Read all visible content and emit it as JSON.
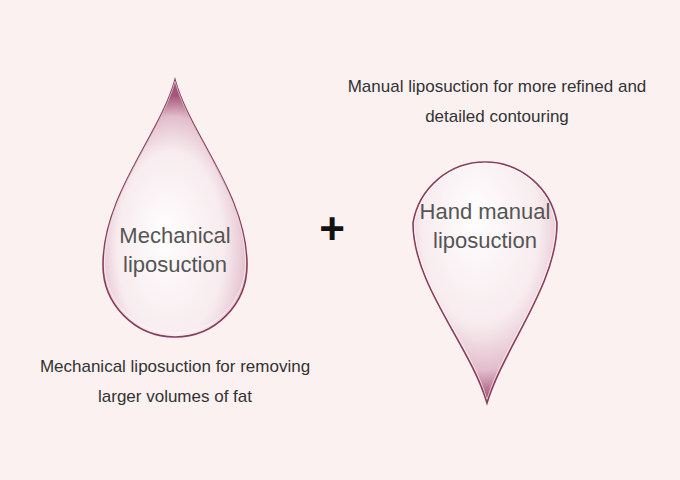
{
  "diagram": {
    "nodes": [
      {
        "text": [
          "Mechanical liposuction"
        ]
      },
      {
        "text": [
          "Hand manual liposuction"
        ]
      }
    ],
    "labels": [
      "Mechanical liposuction for removing larger volumes of fat",
      "+",
      "Manual liposuction for more refined and detailed contouring"
    ]
  }
}
